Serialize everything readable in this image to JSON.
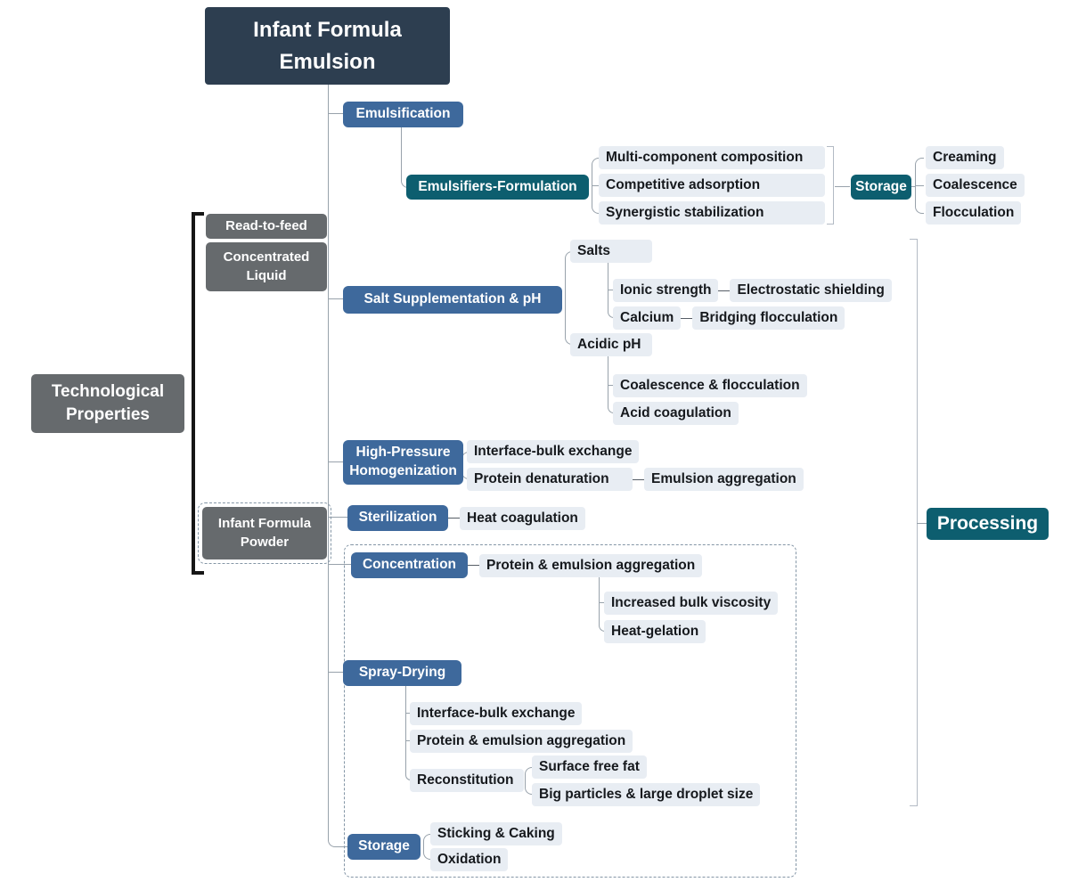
{
  "title": "Infant Formula Emulsion",
  "left": {
    "group_label": "Technological Properties",
    "read_to_feed": "Read-to-feed",
    "concentrated_liquid": "Concentrated Liquid",
    "infant_formula_powder": "Infant Formula Powder"
  },
  "emulsification": {
    "label": "Emulsification",
    "formulation": {
      "label": "Emulsifiers-Formulation",
      "items": [
        "Multi-component composition",
        "Competitive adsorption",
        "Synergistic stabilization"
      ]
    },
    "storage": {
      "label": "Storage",
      "items": [
        "Creaming",
        "Coalescence",
        "Flocculation"
      ]
    }
  },
  "salt_ph": {
    "label": "Salt Supplementation & pH",
    "salts": {
      "label": "Salts",
      "ionic_strength": "Ionic strength",
      "ionic_effect": "Electrostatic shielding",
      "calcium": "Calcium",
      "calcium_effect": "Bridging flocculation"
    },
    "acidic_ph": {
      "label": "Acidic pH",
      "items": [
        "Coalescence & flocculation",
        "Acid coagulation"
      ]
    }
  },
  "homogenization": {
    "label": "High-Pressure Homogenization",
    "item1": "Interface-bulk exchange",
    "item2": "Protein denaturation",
    "item2_effect": "Emulsion aggregation"
  },
  "sterilization": {
    "label": "Sterilization",
    "effect": "Heat coagulation"
  },
  "concentration": {
    "label": "Concentration",
    "effect": "Protein & emulsion aggregation",
    "items": [
      "Increased bulk viscosity",
      "Heat-gelation"
    ]
  },
  "spray_drying": {
    "label": "Spray-Drying",
    "items": [
      "Interface-bulk exchange",
      "Protein & emulsion aggregation"
    ],
    "reconstitution": {
      "label": "Reconstitution",
      "items": [
        "Surface free fat",
        "Big particles & large droplet size"
      ]
    }
  },
  "powder_storage": {
    "label": "Storage",
    "items": [
      "Sticking & Caking",
      "Oxidation"
    ]
  },
  "processing_label": "Processing",
  "colors": {
    "root_bg": "#2d3e50",
    "branch_bg": "#3e699c",
    "teal_bg": "#0d5e6f",
    "gray_bg": "#666a6d",
    "leaf_bg": "#e8edf3",
    "leaf_text": "#16191d",
    "connector": "#98a2ab",
    "bracket": "#b3bac4",
    "dashed": "#8496a6"
  }
}
